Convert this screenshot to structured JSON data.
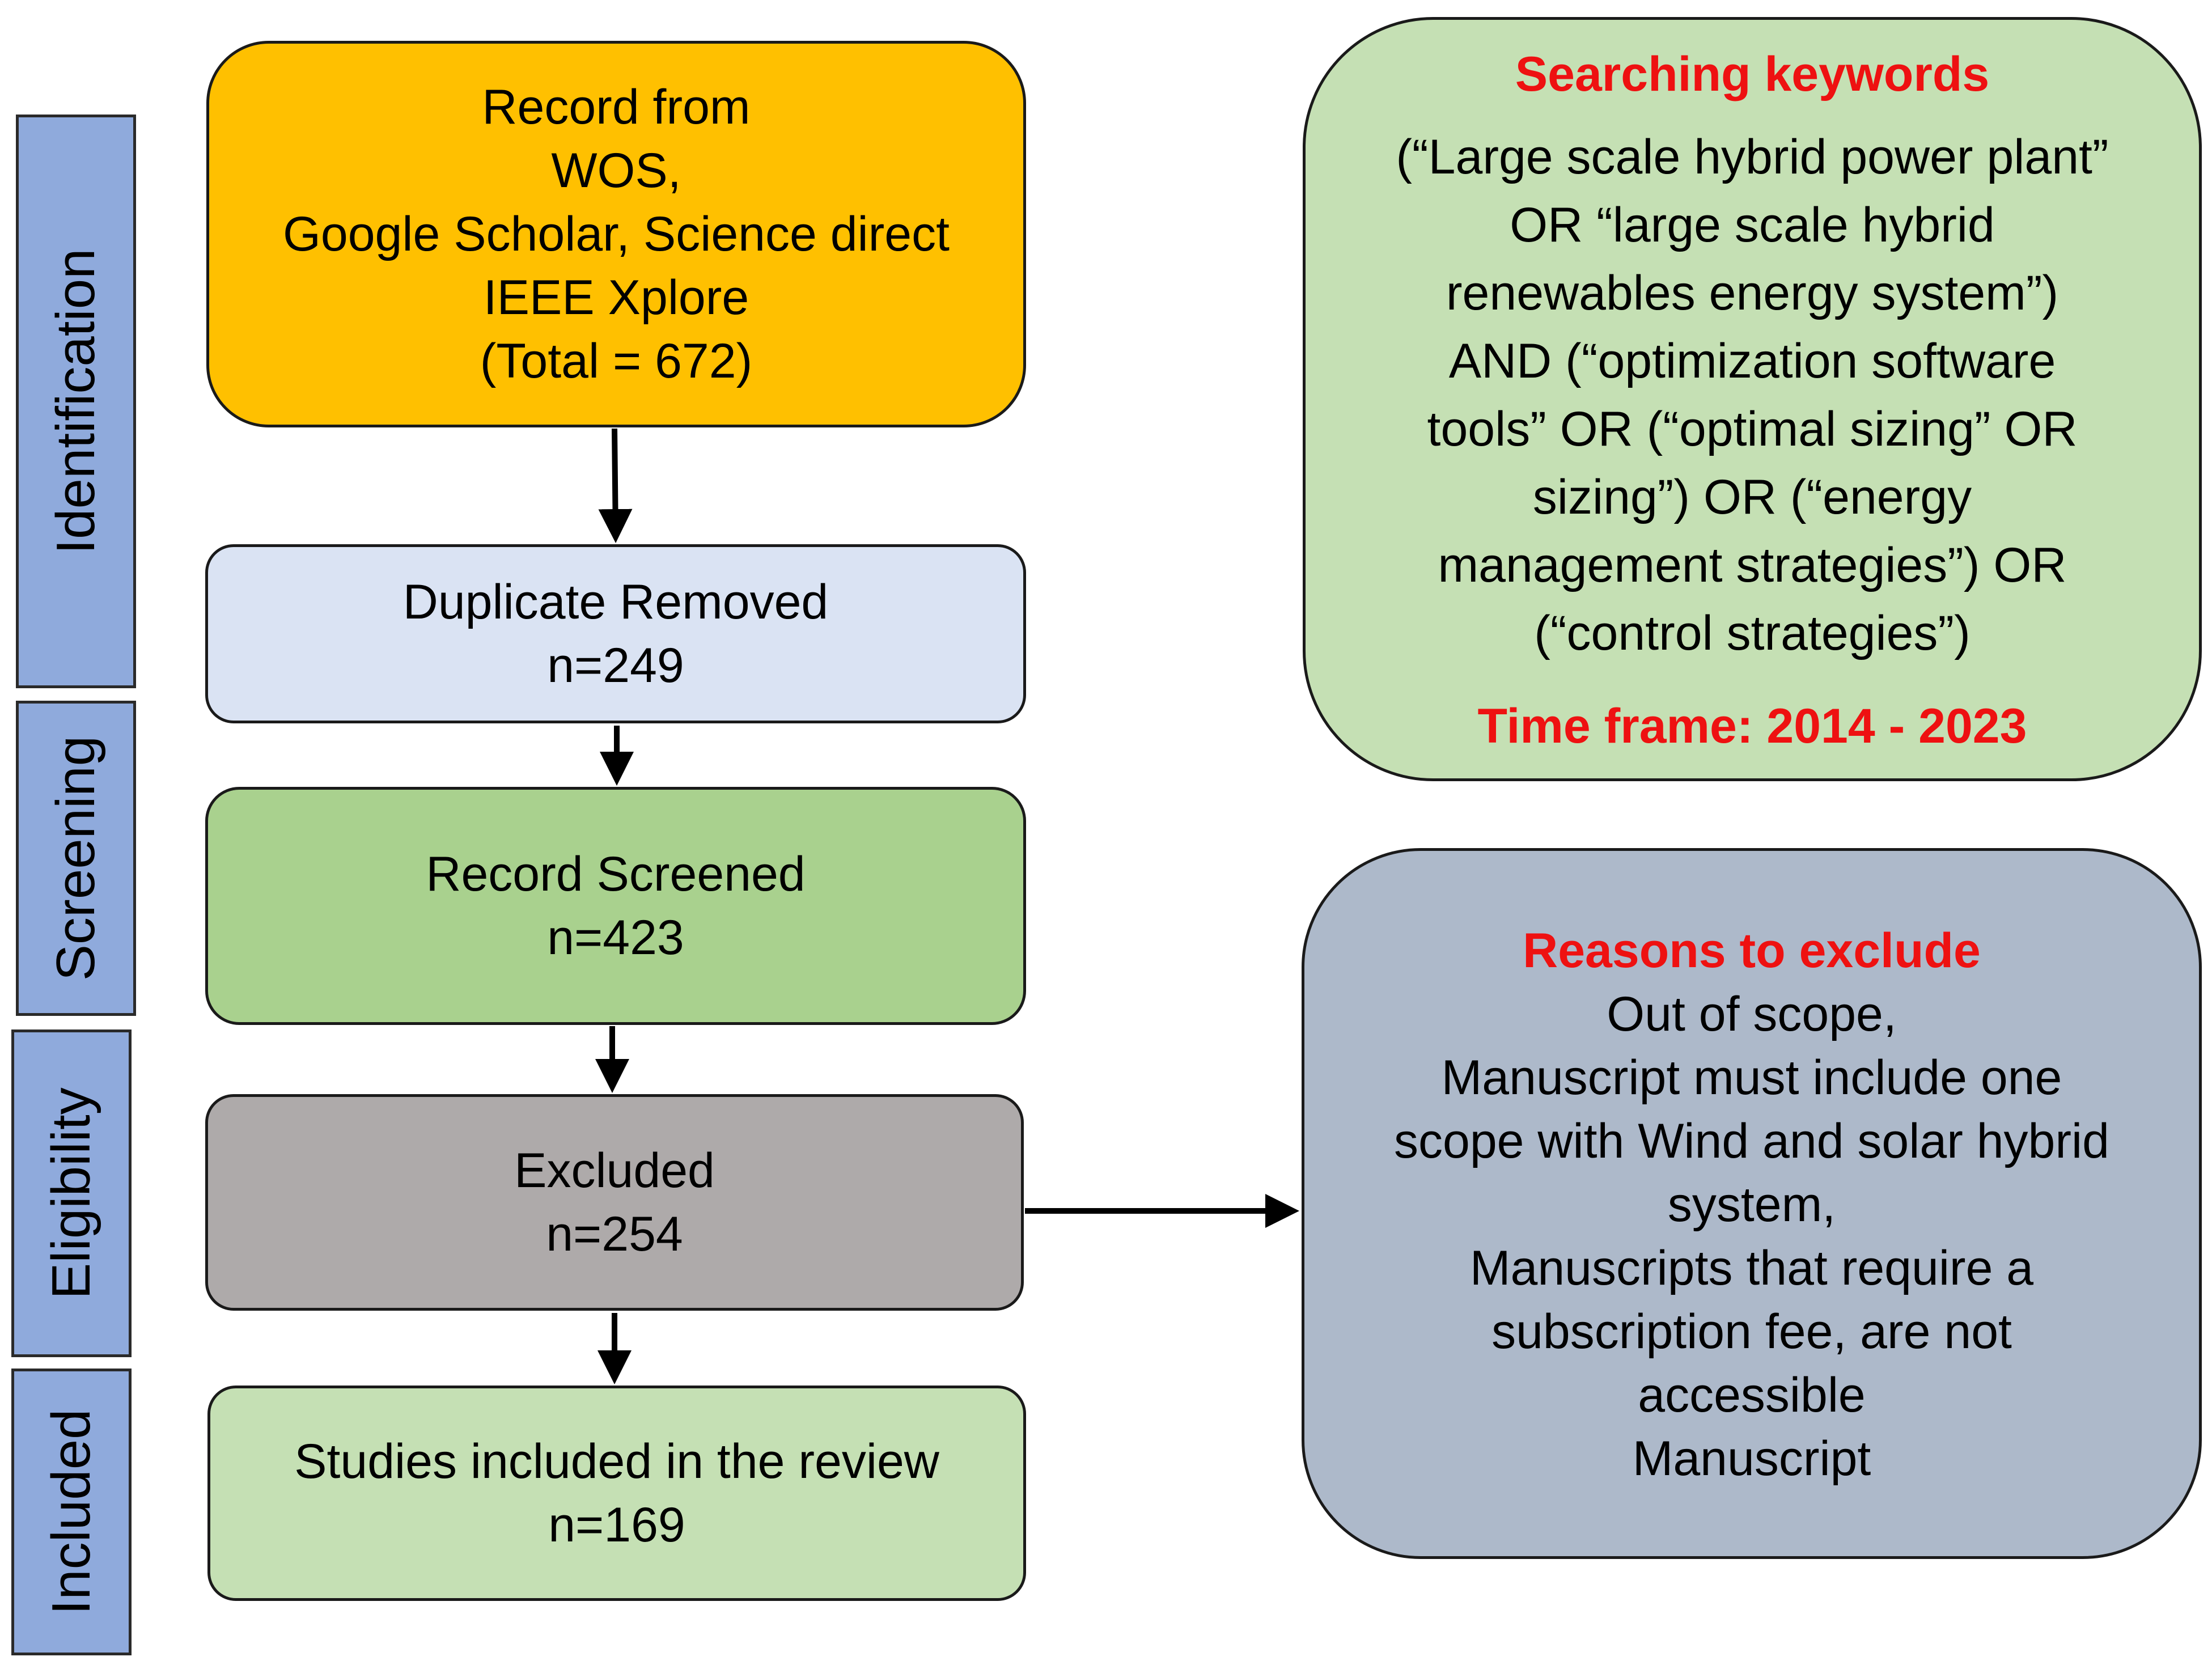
{
  "stages": {
    "identification": "Identification",
    "screening": "Screening",
    "eligibility": "Eligibility",
    "included": "Included"
  },
  "flow": {
    "records": {
      "lines": [
        "Record from",
        "WOS,",
        "Google Scholar, Science direct",
        "IEEE Xplore",
        "(Total = 672)"
      ],
      "fill": "#ffc000"
    },
    "duplicates": {
      "lines": [
        "Duplicate Removed",
        "n=249"
      ],
      "fill": "#dae3f3"
    },
    "screened": {
      "lines": [
        "Record Screened",
        "n=423"
      ],
      "fill": "#a9d18e"
    },
    "excluded": {
      "lines": [
        "Excluded",
        "n=254"
      ],
      "fill": "#aeaaaa"
    },
    "included": {
      "lines": [
        "Studies included in the review",
        "n=169"
      ],
      "fill": "#c5e0b4"
    }
  },
  "keywords": {
    "title": "Searching keywords",
    "lines": [
      "(“Large scale hybrid power plant”",
      "OR “large scale hybrid",
      "renewables energy system”)",
      "AND (“optimization software",
      "tools” OR (“optimal sizing” OR",
      "sizing”) OR (“energy",
      "management strategies”) OR",
      "(“control strategies”)"
    ],
    "timeframe": "Time frame: 2014 - 2023",
    "fill": "#c5e0b4"
  },
  "exclusion": {
    "title": "Reasons to exclude",
    "lines": [
      "Out of scope,",
      "Manuscript must include one",
      "scope with Wind and solar hybrid",
      "system,",
      "Manuscripts that require a",
      "subscription fee, are not",
      "accessible",
      "Manuscript"
    ],
    "fill": "#adb9ca"
  }
}
